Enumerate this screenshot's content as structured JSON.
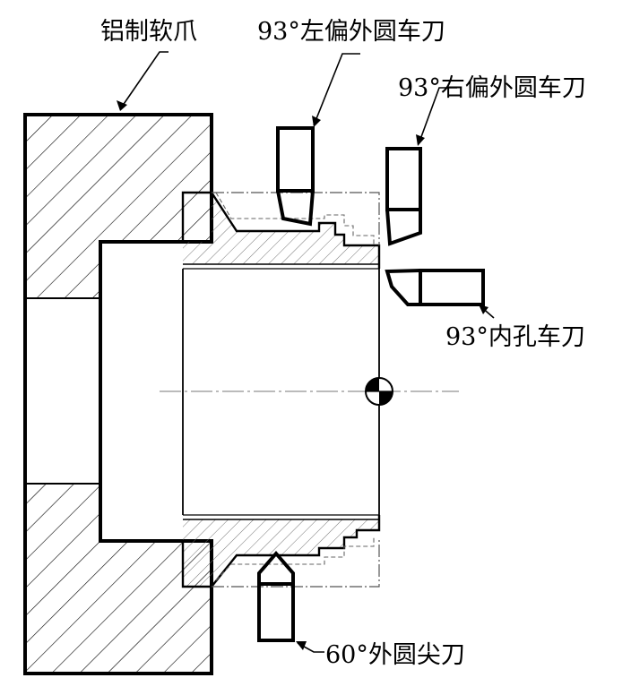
{
  "labels": {
    "jaw": "铝制软爪",
    "tool_left": "93°左偏外圆车刀",
    "tool_right": "93°右偏外圆车刀",
    "tool_bore": "93°内孔车刀",
    "tool_thread": "60°外圆尖刀"
  }
}
